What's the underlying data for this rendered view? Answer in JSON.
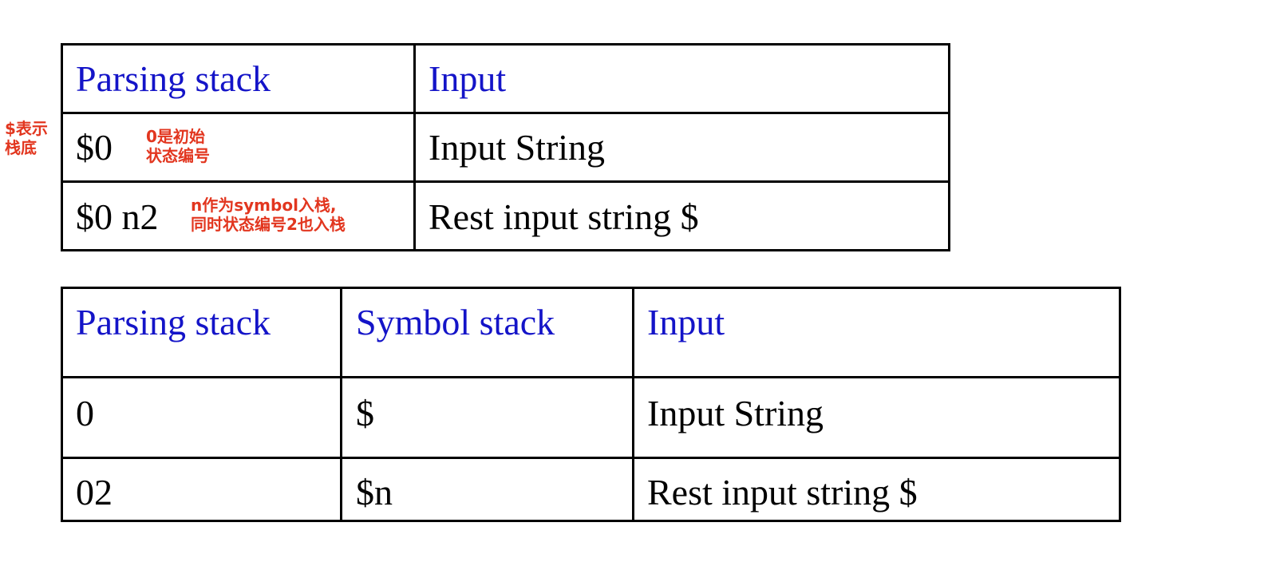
{
  "table1": {
    "headers": [
      "Parsing stack",
      "Input"
    ],
    "rows": [
      [
        "$0",
        "Input String"
      ],
      [
        "$0 n2",
        "Rest input string $"
      ]
    ]
  },
  "table2": {
    "headers": [
      "Parsing stack",
      "Symbol stack",
      "Input"
    ],
    "rows": [
      [
        "0",
        "$",
        "Input String"
      ],
      [
        "02",
        "$n",
        "Rest input string $"
      ]
    ]
  },
  "annotations": {
    "stack_bottom": [
      "$表示",
      "栈底"
    ],
    "initial_state": [
      "0是初始",
      "状态编号"
    ],
    "push_symbol": [
      "n作为symbol入栈,",
      "同时状态编号2也入栈"
    ]
  },
  "colors": {
    "header_text": "#1414c8",
    "annotation_text": "#e2361f",
    "border": "#000000"
  }
}
